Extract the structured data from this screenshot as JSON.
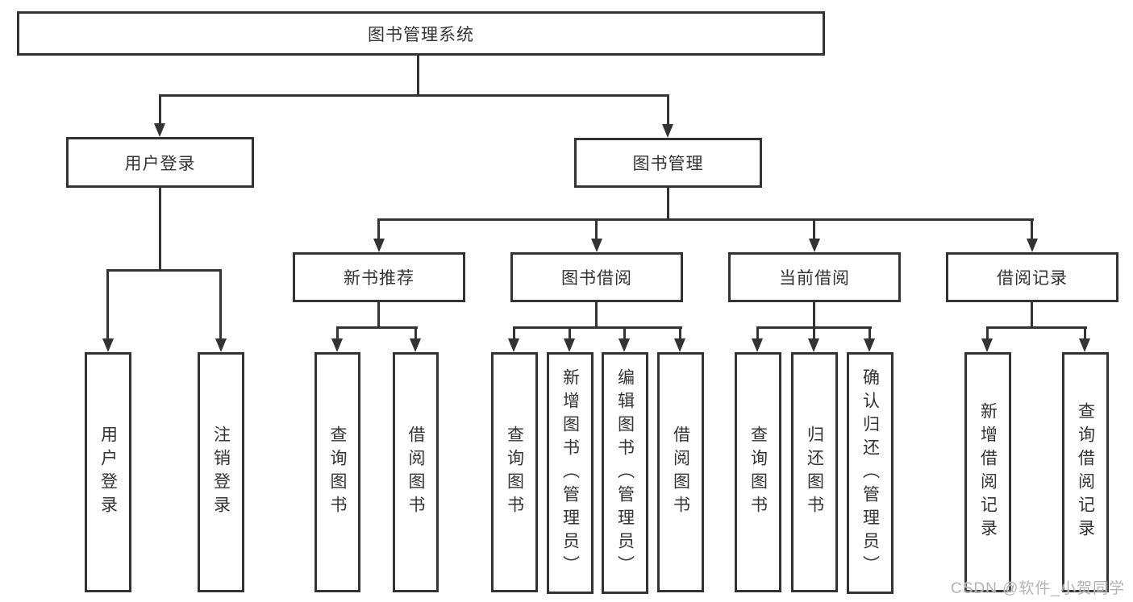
{
  "diagram": {
    "root_label": "图书管理系统",
    "user_login": {
      "label": "用户登录",
      "children": [
        "用户登录",
        "注销登录"
      ]
    },
    "book_mgmt": {
      "label": "图书管理",
      "groups": [
        {
          "label": "新书推荐",
          "children": [
            "查询图书",
            "借阅图书"
          ]
        },
        {
          "label": "图书借阅",
          "children": [
            "查询图书",
            "新增图书（管理员）",
            "编辑图书（管理员）",
            "借阅图书"
          ]
        },
        {
          "label": "当前借阅",
          "children": [
            "查询图书",
            "归还图书",
            "确认归还（管理员）"
          ]
        },
        {
          "label": "借阅记录",
          "children": [
            "新增借阅记录",
            "查询借阅记录"
          ]
        }
      ]
    }
  },
  "watermark": {
    "text": "CSDN @软件_小贺同学"
  },
  "colors": {
    "line": "#333333",
    "text": "#333333",
    "background": "#ffffff",
    "watermark": "#b3b3b3"
  }
}
